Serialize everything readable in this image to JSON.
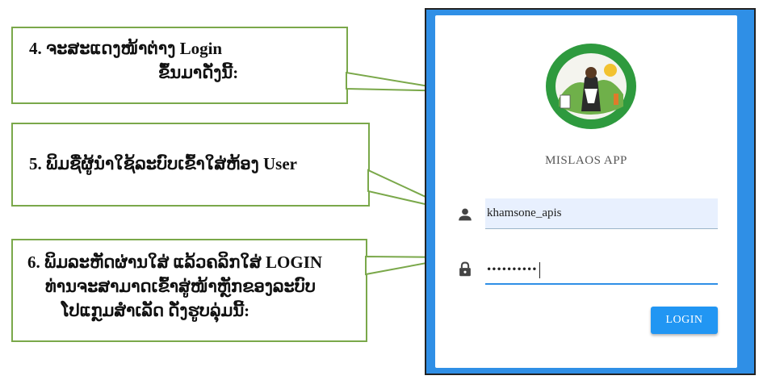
{
  "callouts": [
    {
      "line1": "4. ຈະສະແດງໜ້າຕ່າງ Login",
      "line2": "ຂຶ້ນມາດັ່ງນີ້:"
    },
    {
      "line1": "5. ພິມຊື່ຜູ້ນຳໃຊ້ລະບົບເຂົ້າໃສ່ຫ້ອງ User"
    },
    {
      "line1": "6. ພິມລະຫັດຜ່ານໃສ່ ແລ້ວຄລິກໃສ່ LOGIN",
      "line2": "ທ່ານຈະສາມາດເຂົ້າສູ່ໜ້າຫຼັກຂອງລະບົບ",
      "line3": "ໂປແກຼມສຳເລັດ ດັ່ງຮູບລຸ່ມນີ້:"
    }
  ],
  "login": {
    "app_name": "MISLAOS APP",
    "username_value": "khamsone_apis",
    "password_mask": "••••••••••",
    "login_label": "LOGIN",
    "user_icon": "person-icon",
    "password_icon": "lock-icon",
    "accent": "#2f8fe6"
  }
}
